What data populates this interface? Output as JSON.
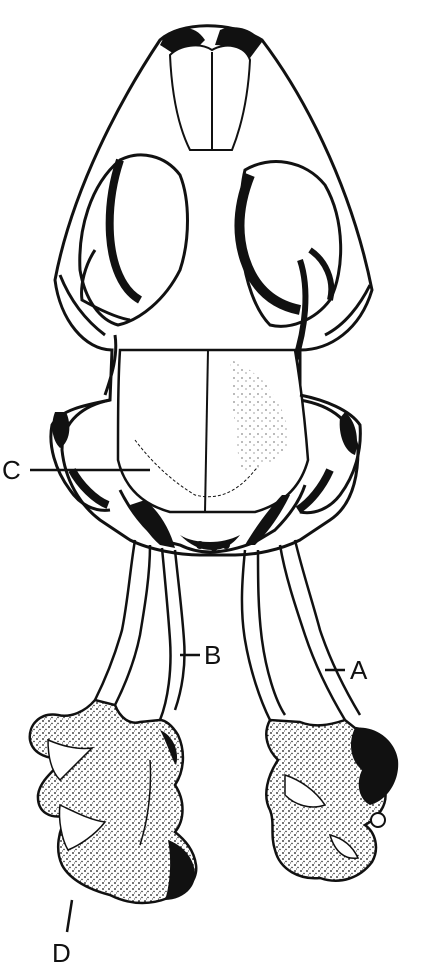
{
  "figure": {
    "labels": {
      "a": "A",
      "b": "B",
      "c": "C",
      "d": "D"
    },
    "colors": {
      "ink": "#111111",
      "paper": "#ffffff",
      "shade": "#1a1a1a"
    }
  }
}
